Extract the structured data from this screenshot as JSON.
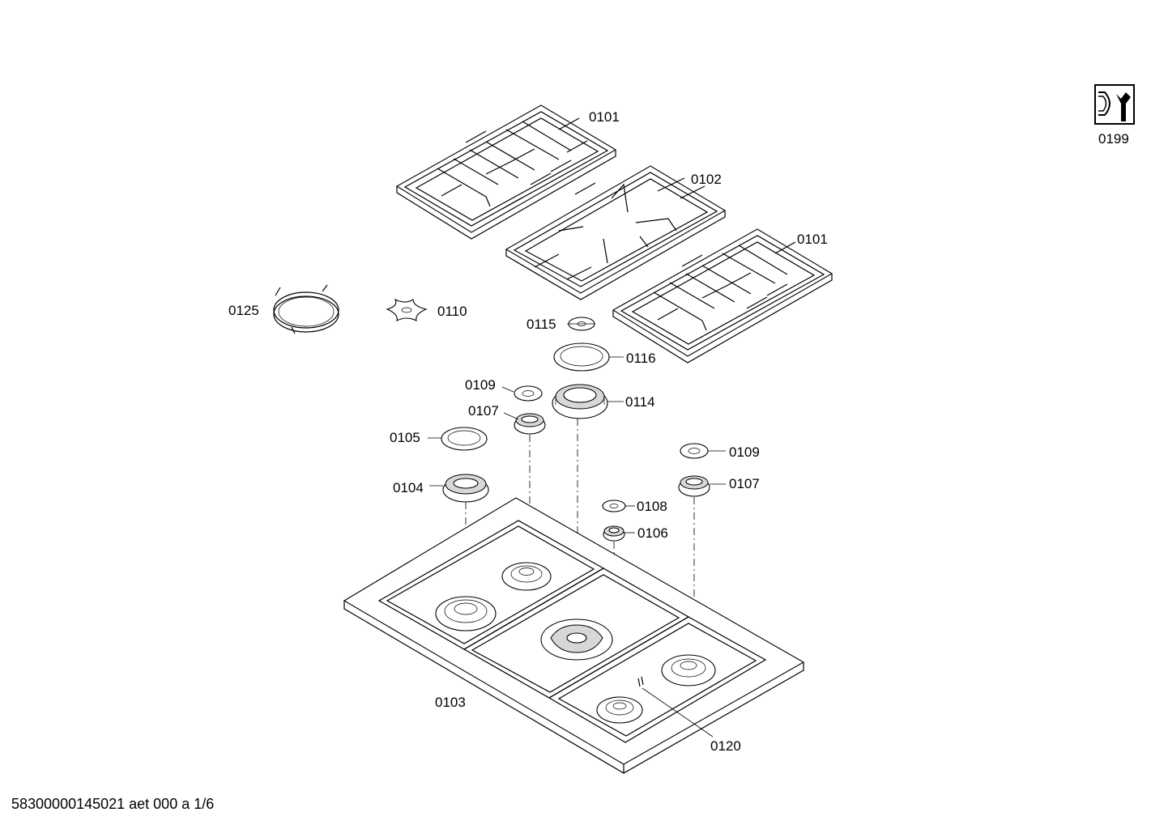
{
  "parts": {
    "p0101a": "0101",
    "p0102": "0102",
    "p0101b": "0101",
    "p0199": "0199",
    "p0125": "0125",
    "p0110": "0110",
    "p0115": "0115",
    "p0116": "0116",
    "p0109a": "0109",
    "p0114": "0114",
    "p0107a": "0107",
    "p0105": "0105",
    "p0109b": "0109",
    "p0104": "0104",
    "p0107b": "0107",
    "p0108": "0108",
    "p0106": "0106",
    "p0103": "0103",
    "p0120": "0120"
  },
  "footer": "58300000145021 aet 000 a 1/6",
  "icons": {
    "service": "service-tool-icon"
  }
}
